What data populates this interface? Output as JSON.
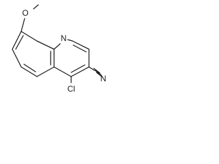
{
  "structure": {
    "atoms": {
      "methyl_o_label": "O",
      "ring_n_label": "N",
      "chloro_label": "Cl",
      "nitrile_n_label": "N"
    }
  }
}
